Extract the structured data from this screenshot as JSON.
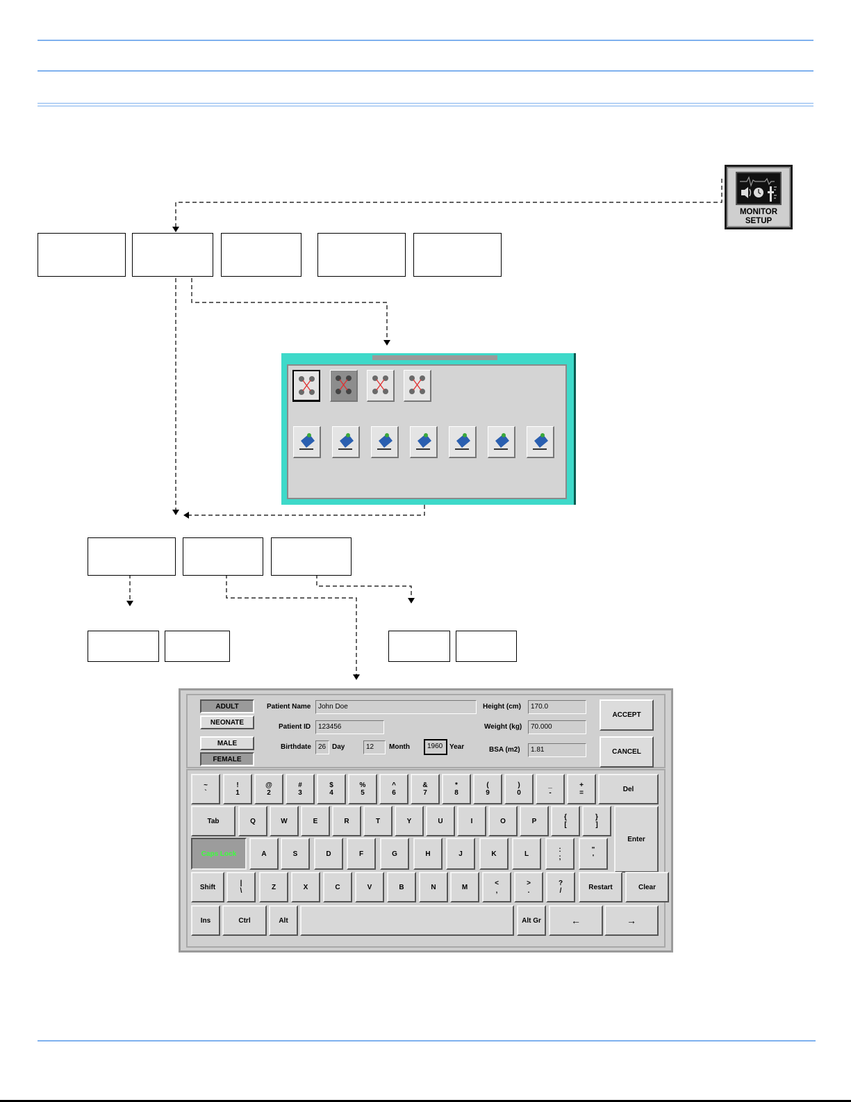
{
  "monitor_setup_button": {
    "line1": "MONITOR",
    "line2": "SETUP"
  },
  "patient_dialog": {
    "category_buttons": [
      {
        "label": "ADULT",
        "selected": true
      },
      {
        "label": "NEONATE",
        "selected": false
      }
    ],
    "gender_buttons": [
      {
        "label": "MALE",
        "selected": false
      },
      {
        "label": "FEMALE",
        "selected": true
      }
    ],
    "labels": {
      "patient_name": "Patient Name",
      "patient_id": "Patient ID",
      "birthdate": "Birthdate",
      "day": "Day",
      "month": "Month",
      "year": "Year",
      "height": "Height (cm)",
      "weight": "Weight (kg)",
      "bsa": "BSA (m2)"
    },
    "values": {
      "patient_name": "John Doe",
      "patient_id": "123456",
      "day": "26",
      "month": "12",
      "year": "1960",
      "height": "170.0",
      "weight": "70.000",
      "bsa": "1.81"
    },
    "accept_label": "ACCEPT",
    "cancel_label": "CANCEL"
  },
  "keyboard": {
    "rows": [
      [
        {
          "top": "~",
          "bottom": "`"
        },
        {
          "top": "!",
          "bottom": "1"
        },
        {
          "top": "@",
          "bottom": "2"
        },
        {
          "top": "#",
          "bottom": "3"
        },
        {
          "top": "$",
          "bottom": "4"
        },
        {
          "top": "%",
          "bottom": "5"
        },
        {
          "top": "^",
          "bottom": "6"
        },
        {
          "top": "&",
          "bottom": "7"
        },
        {
          "top": "*",
          "bottom": "8"
        },
        {
          "top": "(",
          "bottom": "9"
        },
        {
          "top": ")",
          "bottom": "0"
        },
        {
          "top": "_",
          "bottom": "-"
        },
        {
          "top": "+",
          "bottom": "="
        },
        {
          "top": "Del",
          "bottom": ""
        }
      ],
      [
        {
          "top": "Tab",
          "bottom": ""
        },
        {
          "top": "Q",
          "bottom": ""
        },
        {
          "top": "W",
          "bottom": ""
        },
        {
          "top": "E",
          "bottom": ""
        },
        {
          "top": "R",
          "bottom": ""
        },
        {
          "top": "T",
          "bottom": ""
        },
        {
          "top": "Y",
          "bottom": ""
        },
        {
          "top": "U",
          "bottom": ""
        },
        {
          "top": "I",
          "bottom": ""
        },
        {
          "top": "O",
          "bottom": ""
        },
        {
          "top": "P",
          "bottom": ""
        },
        {
          "top": "{",
          "bottom": "["
        },
        {
          "top": "}",
          "bottom": "]"
        },
        {
          "top": "Enter",
          "bottom": ""
        }
      ],
      [
        {
          "top": "Caps Lock",
          "bottom": ""
        },
        {
          "top": "A",
          "bottom": ""
        },
        {
          "top": "S",
          "bottom": ""
        },
        {
          "top": "D",
          "bottom": ""
        },
        {
          "top": "F",
          "bottom": ""
        },
        {
          "top": "G",
          "bottom": ""
        },
        {
          "top": "H",
          "bottom": ""
        },
        {
          "top": "J",
          "bottom": ""
        },
        {
          "top": "K",
          "bottom": ""
        },
        {
          "top": "L",
          "bottom": ""
        },
        {
          "top": ":",
          "bottom": ";"
        },
        {
          "top": "\"",
          "bottom": "'"
        }
      ],
      [
        {
          "top": "Shift",
          "bottom": ""
        },
        {
          "top": "|",
          "bottom": "\\"
        },
        {
          "top": "Z",
          "bottom": ""
        },
        {
          "top": "X",
          "bottom": ""
        },
        {
          "top": "C",
          "bottom": ""
        },
        {
          "top": "V",
          "bottom": ""
        },
        {
          "top": "B",
          "bottom": ""
        },
        {
          "top": "N",
          "bottom": ""
        },
        {
          "top": "M",
          "bottom": ""
        },
        {
          "top": "<",
          "bottom": ","
        },
        {
          "top": ">",
          "bottom": "."
        },
        {
          "top": "?",
          "bottom": "/"
        },
        {
          "top": "Restart",
          "bottom": ""
        },
        {
          "top": "Clear",
          "bottom": ""
        }
      ],
      [
        {
          "top": "Ins",
          "bottom": ""
        },
        {
          "top": "Ctrl",
          "bottom": ""
        },
        {
          "top": "Alt",
          "bottom": ""
        },
        {
          "top": "",
          "bottom": ""
        },
        {
          "top": "Alt Gr",
          "bottom": ""
        },
        {
          "top": "←",
          "bottom": ""
        },
        {
          "top": "→",
          "bottom": ""
        }
      ]
    ]
  }
}
